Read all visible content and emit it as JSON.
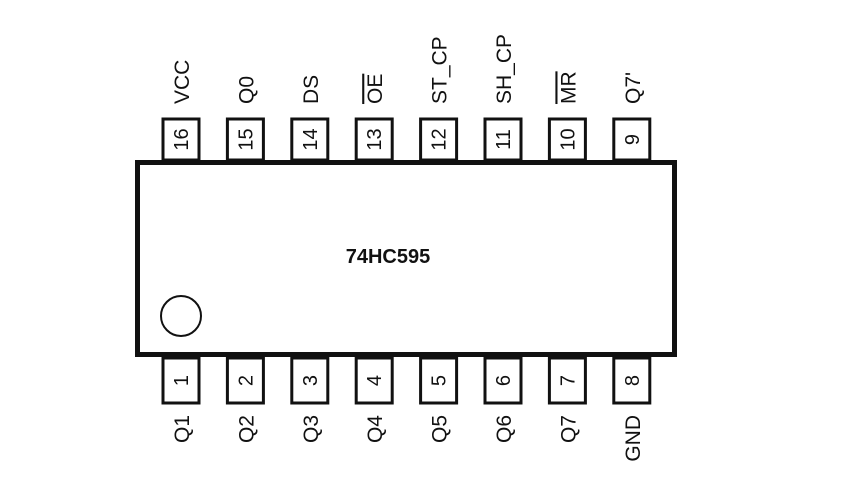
{
  "chip": {
    "part_number": "74HC595",
    "top_pins": [
      {
        "number": "16",
        "label": "VCC",
        "active_low": false
      },
      {
        "number": "15",
        "label": "Q0",
        "active_low": false
      },
      {
        "number": "14",
        "label": "DS",
        "active_low": false
      },
      {
        "number": "13",
        "label": "OE",
        "active_low": true
      },
      {
        "number": "12",
        "label": "ST_CP",
        "active_low": false
      },
      {
        "number": "11",
        "label": "SH_CP",
        "active_low": false
      },
      {
        "number": "10",
        "label": "MR",
        "active_low": true
      },
      {
        "number": "9",
        "label": "Q7'",
        "active_low": false
      }
    ],
    "bottom_pins": [
      {
        "number": "1",
        "label": "Q1",
        "active_low": false
      },
      {
        "number": "2",
        "label": "Q2",
        "active_low": false
      },
      {
        "number": "3",
        "label": "Q3",
        "active_low": false
      },
      {
        "number": "4",
        "label": "Q4",
        "active_low": false
      },
      {
        "number": "5",
        "label": "Q5",
        "active_low": false
      },
      {
        "number": "6",
        "label": "Q6",
        "active_low": false
      },
      {
        "number": "7",
        "label": "Q7",
        "active_low": false
      },
      {
        "number": "8",
        "label": "GND",
        "active_low": false
      }
    ]
  }
}
